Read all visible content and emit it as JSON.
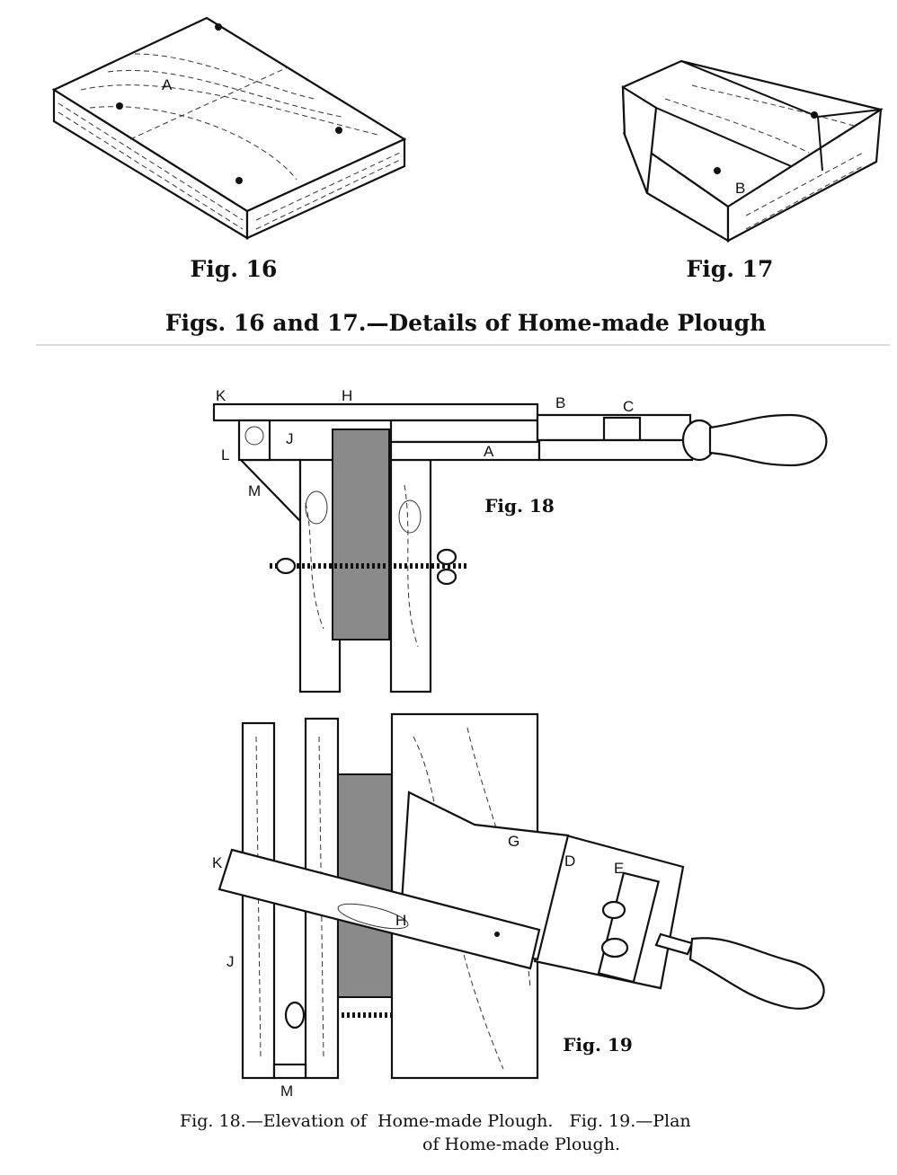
{
  "figure16": {
    "caption": "Fig. 16",
    "labels": {
      "a": "A"
    }
  },
  "figure17": {
    "caption": "Fig. 17",
    "labels": {
      "b": "B"
    }
  },
  "top_caption": "Figs. 16 and 17.—Details of Home-made Plough",
  "figure18": {
    "caption": "Fig. 18",
    "labels": {
      "k": "K",
      "h": "H",
      "b": "B",
      "c": "C",
      "j": "J",
      "l": "L",
      "m": "M",
      "a": "A"
    }
  },
  "figure19": {
    "caption": "Fig. 19",
    "labels": {
      "k": "K",
      "g": "G",
      "d": "D",
      "e": "E",
      "h": "H",
      "j": "J",
      "m": "M"
    }
  },
  "bottom_caption": {
    "line1": "Fig. 18.—Elevation of  Home-made Plough.   Fig. 19.—Plan",
    "line2": "of Home-made Plough."
  }
}
